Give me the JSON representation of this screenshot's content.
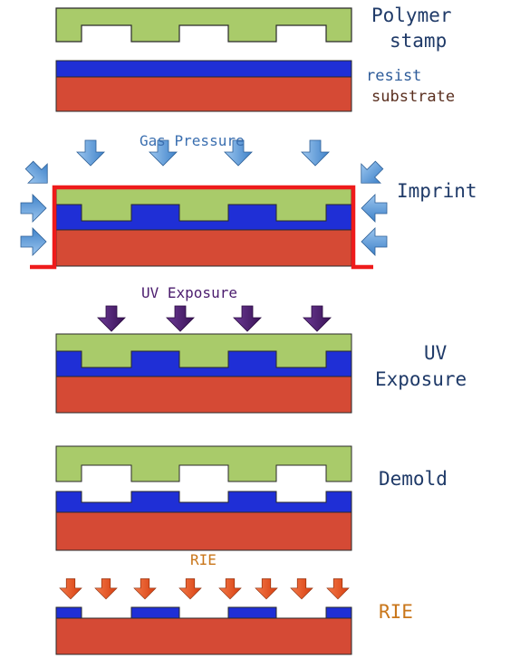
{
  "labels": {
    "polymer_stamp_line1": "Polymer",
    "polymer_stamp_line2": "stamp",
    "resist": "resist",
    "substrate": "substrate",
    "gas_pressure": "Gas Pressure",
    "imprint": "Imprint",
    "uv_exposure_top": "UV Exposure",
    "uv_exposure_side_line1": "UV",
    "uv_exposure_side_line2": "Exposure",
    "demold": "Demold",
    "rie_top": "RIE",
    "rie_side": "RIE"
  },
  "colors": {
    "stamp": "#a9cb6a",
    "resist": "#1f2fd6",
    "substrate": "#d54a35",
    "outline": "#2a2a2a",
    "gas_arrow": "#5b9bd8",
    "chamber": "#ee1b1b",
    "uv_arrow": "#4b1c6e",
    "rie_arrow": "#e2531f"
  },
  "icons": {
    "gas_arrow": "arrow-icon",
    "uv_arrow": "arrow-icon",
    "rie_arrow": "arrow-icon"
  }
}
